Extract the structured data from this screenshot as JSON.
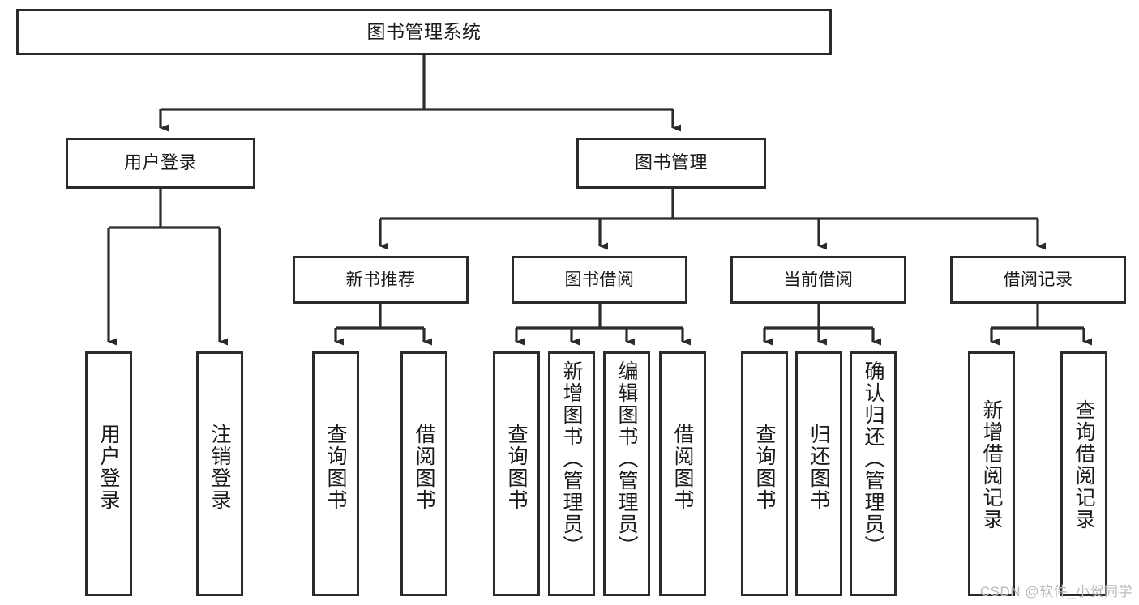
{
  "diagram": {
    "title": "图书管理系统",
    "type": "hierarchy-tree",
    "root": {
      "label": "图书管理系统"
    },
    "level1": [
      {
        "id": "user-login",
        "label": "用户登录"
      },
      {
        "id": "book-manage",
        "label": "图书管理"
      }
    ],
    "level2": [
      {
        "id": "new-book-recommend",
        "label": "新书推荐"
      },
      {
        "id": "book-borrow",
        "label": "图书借阅"
      },
      {
        "id": "current-borrow",
        "label": "当前借阅"
      },
      {
        "id": "borrow-record",
        "label": "借阅记录"
      }
    ],
    "leaves": {
      "user_login": [
        {
          "id": "leaf-user-login",
          "label": "用户登录"
        },
        {
          "id": "leaf-logout-login",
          "label": "注销登录"
        }
      ],
      "new_book_recommend": [
        {
          "id": "leaf-query-book-1",
          "label": "查询图书"
        },
        {
          "id": "leaf-borrow-book-1",
          "label": "借阅图书"
        }
      ],
      "book_borrow": [
        {
          "id": "leaf-query-book-2",
          "label": "查询图书"
        },
        {
          "id": "leaf-add-book",
          "label": "新增图书（管理员）"
        },
        {
          "id": "leaf-edit-book",
          "label": "编辑图书（管理员）"
        },
        {
          "id": "leaf-borrow-book-2",
          "label": "借阅图书"
        }
      ],
      "current_borrow": [
        {
          "id": "leaf-query-book-3",
          "label": "查询图书"
        },
        {
          "id": "leaf-return-book",
          "label": "归还图书"
        },
        {
          "id": "leaf-confirm-return",
          "label": "确认归还（管理员）"
        }
      ],
      "borrow_record": [
        {
          "id": "leaf-add-record",
          "label": "新增借阅记录"
        },
        {
          "id": "leaf-query-record",
          "label": "查询借阅记录"
        }
      ]
    }
  },
  "watermark": {
    "text": "CSDN @软件_小贺同学"
  },
  "colors": {
    "border": "#2b2b2b",
    "background": "#ffffff",
    "text": "#1a1a1a",
    "watermark": "#b9b9b9"
  }
}
